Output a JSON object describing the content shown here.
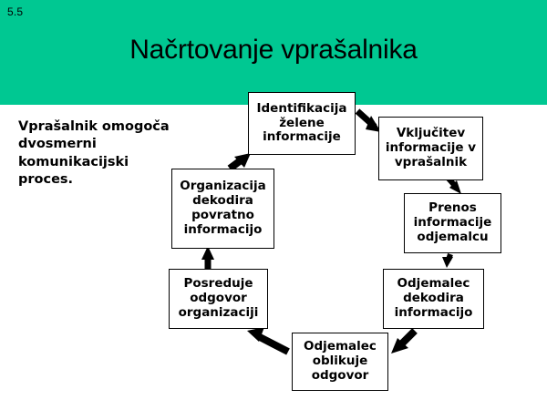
{
  "slide": {
    "number": "5.5",
    "title": "Načrtovanje vprašalnika",
    "header_color": "#00c892",
    "background_color": "#ffffff",
    "note": "Vprašalnik omogoča dvosmerni komunikacijski proces."
  },
  "diagram": {
    "type": "cycle-flow",
    "box_border_color": "#000000",
    "box_fill_color": "#ffffff",
    "arrow_color": "#000000",
    "boxes": [
      {
        "id": "box-1",
        "label": "Identifikacija\nželene\ninformacije"
      },
      {
        "id": "box-2",
        "label": "Vključitev\ninformacije v\nvprašalnik"
      },
      {
        "id": "box-3",
        "label": "Prenos\ninformacije\nodjemalcu"
      },
      {
        "id": "box-4",
        "label": "Odjemalec\ndekodira\ninformacijo"
      },
      {
        "id": "box-5",
        "label": "Odjemalec\noblikuje\nodgovor"
      },
      {
        "id": "box-6",
        "label": "Posreduje\nodgovor\norganizaciji"
      },
      {
        "id": "box-7",
        "label": "Organizacija\ndekodira\npovratno\ninformacijo"
      }
    ],
    "arrows": [
      {
        "from": "box-1",
        "to": "box-2"
      },
      {
        "from": "box-2",
        "to": "box-3"
      },
      {
        "from": "box-3",
        "to": "box-4"
      },
      {
        "from": "box-4",
        "to": "box-5"
      },
      {
        "from": "box-5",
        "to": "box-6"
      },
      {
        "from": "box-6",
        "to": "box-7"
      },
      {
        "from": "box-7",
        "to": "box-1"
      }
    ]
  }
}
